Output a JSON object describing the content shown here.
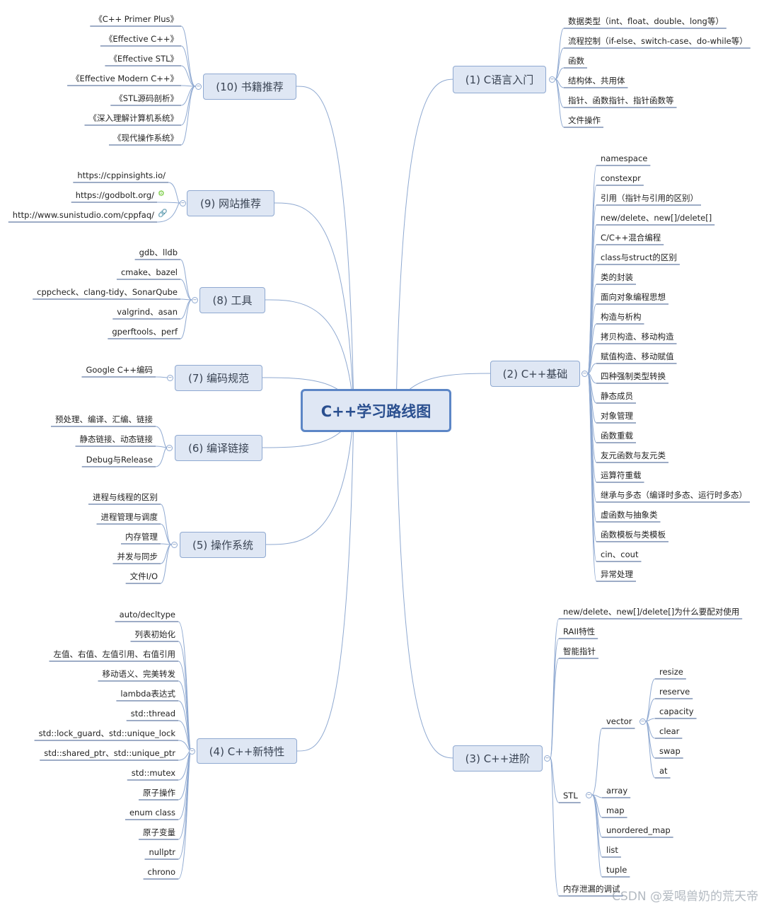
{
  "root": {
    "label": "C++学习路线图"
  },
  "topics": [
    {
      "label": "(1) C语言入门",
      "items": [
        "数据类型（int、float、double、long等）",
        "流程控制（if-else、switch-case、do-while等）",
        "函数",
        "结构体、共用体",
        "指针、函数指针、指针函数等",
        "文件操作"
      ]
    },
    {
      "label": "(2) C++基础",
      "items": [
        "namespace",
        "constexpr",
        "引用（指针与引用的区别）",
        "new/delete、new[]/delete[]",
        "C/C++混合编程",
        "class与struct的区别",
        "类的封装",
        "面向对象编程思想",
        "构造与析构",
        "拷贝构造、移动构造",
        "赋值构造、移动赋值",
        "四种强制类型转换",
        "静态成员",
        "对象管理",
        "函数重载",
        "友元函数与友元类",
        "运算符重载",
        "继承与多态（编译时多态、运行时多态）",
        "虚函数与抽象类",
        "函数模板与类模板",
        "cin、cout",
        "异常处理"
      ]
    },
    {
      "label": "(3) C++进阶",
      "items": [
        "new/delete、new[]/delete[]为什么要配对使用",
        "RAII特性",
        "智能指针",
        "STL",
        "内存泄漏的调试"
      ],
      "stl": {
        "label": "STL",
        "vector": {
          "label": "vector",
          "items": [
            "resize",
            "reserve",
            "capacity",
            "clear",
            "swap",
            "at"
          ]
        },
        "others": [
          "array",
          "map",
          "unordered_map",
          "list",
          "tuple"
        ]
      }
    },
    {
      "label": "(4) C++新特性",
      "items": [
        "auto/decltype",
        "列表初始化",
        "左值、右值、左值引用、右值引用",
        "移动语义、完美转发",
        "lambda表达式",
        "std::thread",
        "std::lock_guard、std::unique_lock",
        "std::shared_ptr、std::unique_ptr",
        "std::mutex",
        "原子操作",
        "enum class",
        "原子变量",
        "nullptr",
        "chrono"
      ]
    },
    {
      "label": "(5) 操作系统",
      "items": [
        "进程与线程的区别",
        "进程管理与调度",
        "内存管理",
        "并发与同步",
        "文件I/O"
      ]
    },
    {
      "label": "(6) 编译链接",
      "items": [
        "预处理、编译、汇编、链接",
        "静态链接、动态链接",
        "Debug与Release"
      ]
    },
    {
      "label": "(7) 编码规范",
      "items": [
        "Google C++编码"
      ]
    },
    {
      "label": "(8) 工具",
      "items": [
        "gdb、lldb",
        "cmake、bazel",
        "cppcheck、clang-tidy、SonarQube",
        "valgrind、asan",
        "gperftools、perf"
      ]
    },
    {
      "label": "(9) 网站推荐",
      "items": [
        "https://cppinsights.io/",
        "https://godbolt.org/",
        "http://www.sunistudio.com/cppfaq/"
      ]
    },
    {
      "label": "(10) 书籍推荐",
      "items": [
        "《C++ Primer Plus》",
        "《Effective C++》",
        "《Effective STL》",
        "《Effective Modern C++》",
        "《STL源码剖析》",
        "《深入理解计算机系统》",
        "《现代操作系统》"
      ]
    }
  ],
  "icons": {
    "godbolt": "godbolt-logo-icon",
    "link": "hyperlink-icon"
  },
  "colors": {
    "line": "#8fa9d1",
    "root_border": "#5c86c6",
    "node_fill": "#dfe7f4",
    "leaf_underline": "#3b5a8c"
  },
  "watermark": "CSDN @爱喝兽奶的荒天帝"
}
